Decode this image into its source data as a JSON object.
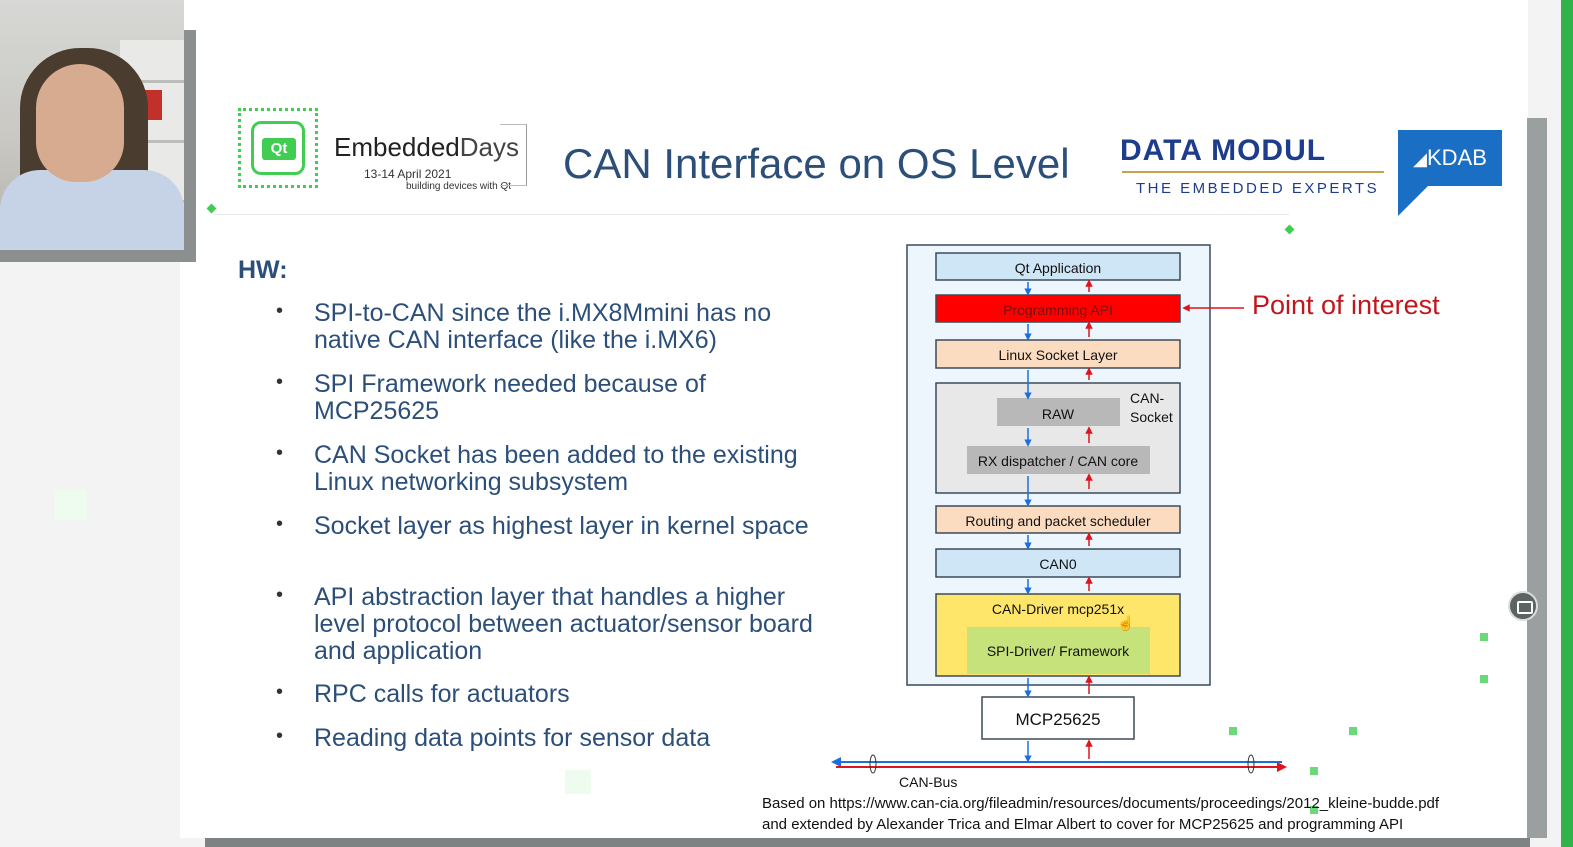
{
  "header": {
    "event_logo": {
      "badge": "Qt",
      "title_a": "Embedded",
      "title_b": "Days",
      "date": "13-14 April 2021",
      "tagline": "building devices with Qt"
    },
    "slide_title": "CAN Interface on OS Level",
    "sponsor": {
      "name": "DATA MODUL",
      "tagline": "THE EMBEDDED EXPERTS"
    },
    "kdab": "KDAB"
  },
  "content": {
    "section_label": "HW:",
    "bullets": [
      "SPI-to-CAN since the i.MX8Mmini has no native CAN interface (like the i.MX6)",
      "SPI Framework needed because of MCP25625",
      "CAN Socket has been added to the existing Linux networking subsystem",
      "Socket layer as highest layer in kernel space",
      "API abstraction layer that handles a higher level protocol between actuator/sensor board and application",
      "RPC calls for actuators",
      "Reading data points for sensor data"
    ]
  },
  "diagram": {
    "layers": {
      "qt_app": "Qt Application",
      "prog_api": "Programming API",
      "linux_socket": "Linux Socket Layer",
      "raw": "RAW",
      "can_socket_1": "CAN-",
      "can_socket_2": "Socket",
      "rx_dispatcher": "RX dispatcher / CAN core",
      "routing": "Routing and packet scheduler",
      "can0": "CAN0",
      "can_driver": "CAN-Driver mcp251x",
      "spi_driver": "SPI-Driver/ Framework",
      "mcp": "MCP25625"
    },
    "point_of_interest": "Point of interest",
    "can_bus": "CAN-Bus",
    "credit_line1": "Based on https://www.can-cia.org/fileadmin/resources/documents/proceedings/2012_kleine-budde.pdf",
    "credit_line2": "and extended by Alexander Trica and Elmar Albert to cover for MCP25625 and programming API",
    "colors": {
      "light_blue": "#cfe6f6",
      "red": "#ff0000",
      "peach": "#fcdcc0",
      "gray_box": "#e8e8e8",
      "gray_inner": "#b8b8b8",
      "yellow": "#fde66a",
      "green": "#c6e27a",
      "up_arrow": "#e0141a",
      "down_arrow": "#1a6fe0"
    }
  },
  "icons": {
    "webcam": "speaker-webcam",
    "pip": "picture-in-picture-icon",
    "cursor": "hand-cursor-icon"
  }
}
